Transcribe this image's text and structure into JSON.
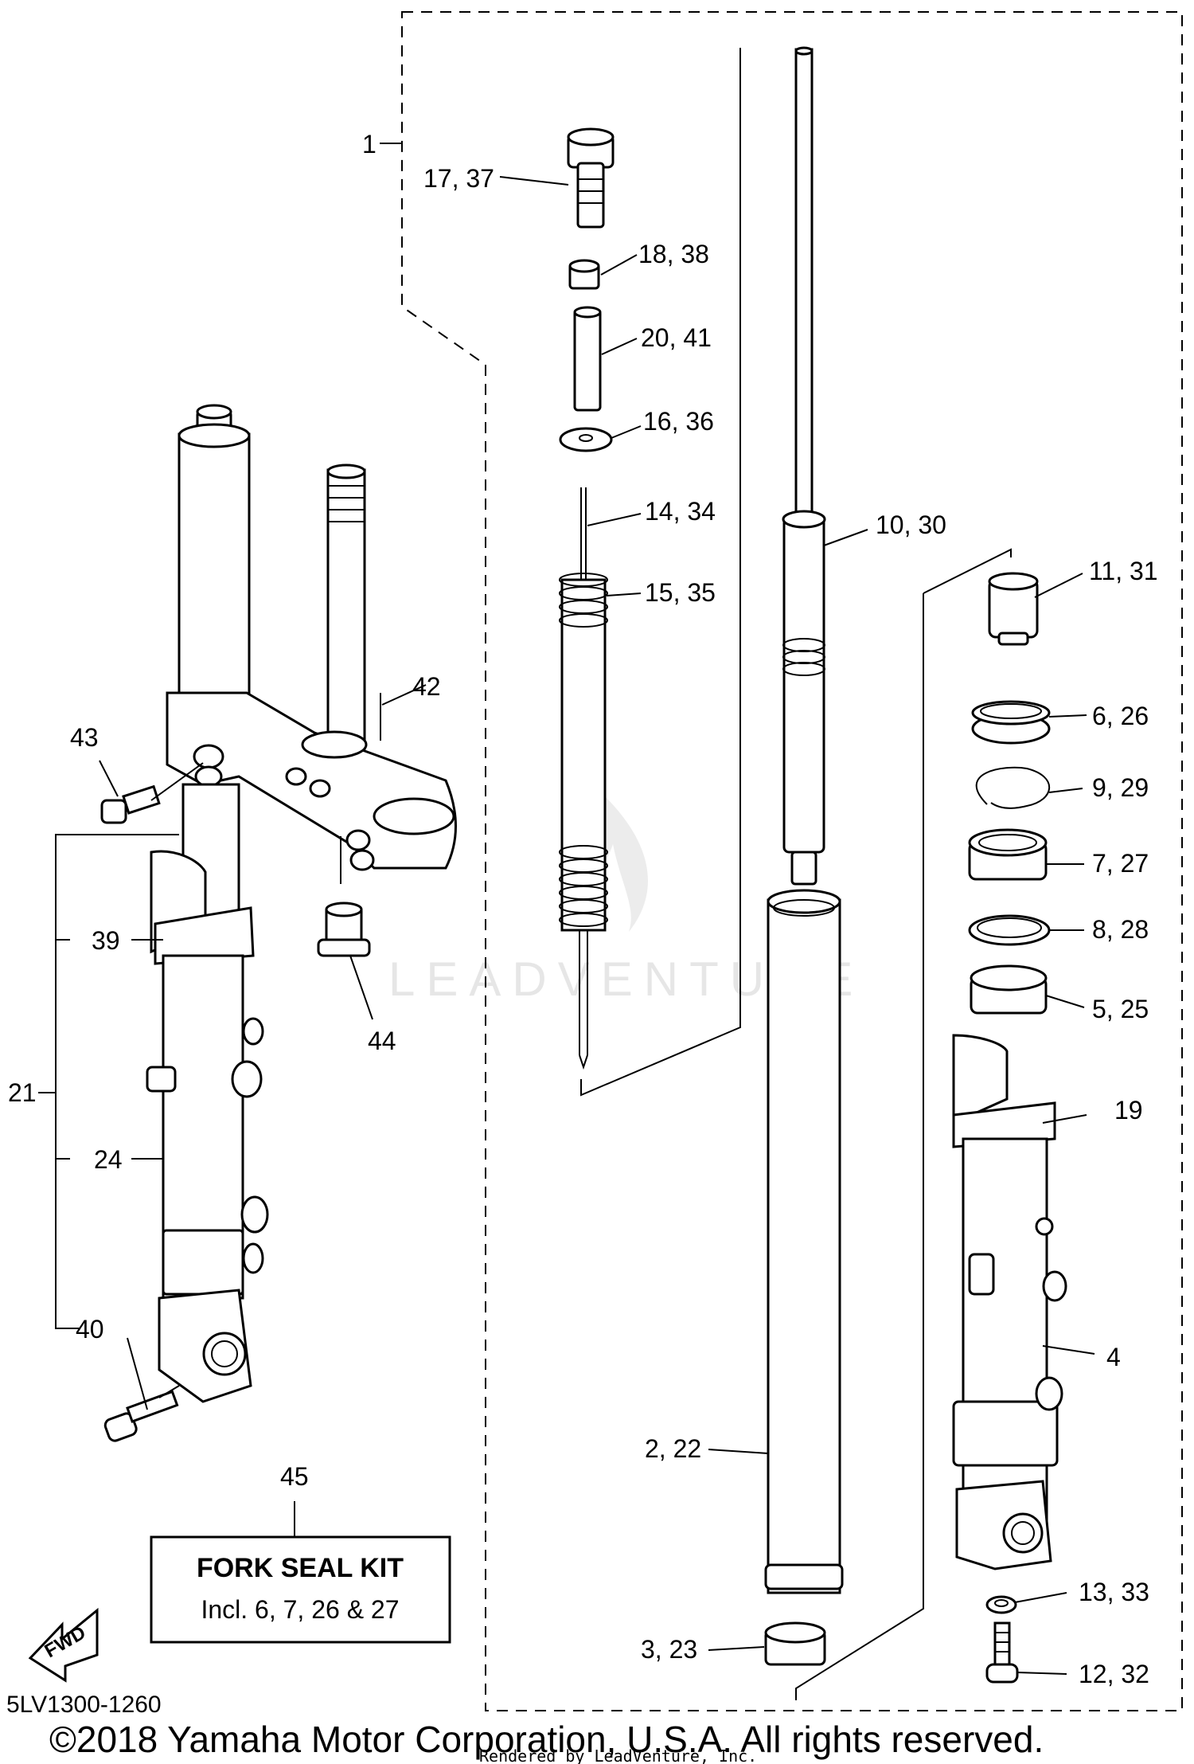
{
  "diagram": {
    "part_labels": {
      "p1": "1",
      "p17_37": "17, 37",
      "p18_38": "18, 38",
      "p20_41": "20, 41",
      "p16_36": "16, 36",
      "p14_34": "14, 34",
      "p15_35": "15, 35",
      "p10_30": "10, 30",
      "p11_31": "11, 31",
      "p6_26": "6, 26",
      "p9_29": "9, 29",
      "p7_27": "7, 27",
      "p8_28": "8, 28",
      "p5_25": "5, 25",
      "p19": "19",
      "p4": "4",
      "p13_33": "13, 33",
      "p12_32": "12, 32",
      "p2_22": "2, 22",
      "p3_23": "3, 23",
      "p42": "42",
      "p43": "43",
      "p44": "44",
      "p39": "39",
      "p21": "21",
      "p24": "24",
      "p40": "40",
      "p45": "45"
    },
    "kit_box": {
      "title": "FORK SEAL KIT",
      "subtitle": "Incl. 6, 7, 26 & 27"
    },
    "fwd_label": "FWD",
    "diagram_code": "5LV1300-1260",
    "watermark": "LEADVENTURE",
    "copyright": "©2018 Yamaha Motor Corporation, U.S.A. All rights reserved.",
    "rendered_by": "Rendered by LeadVenture, Inc."
  }
}
